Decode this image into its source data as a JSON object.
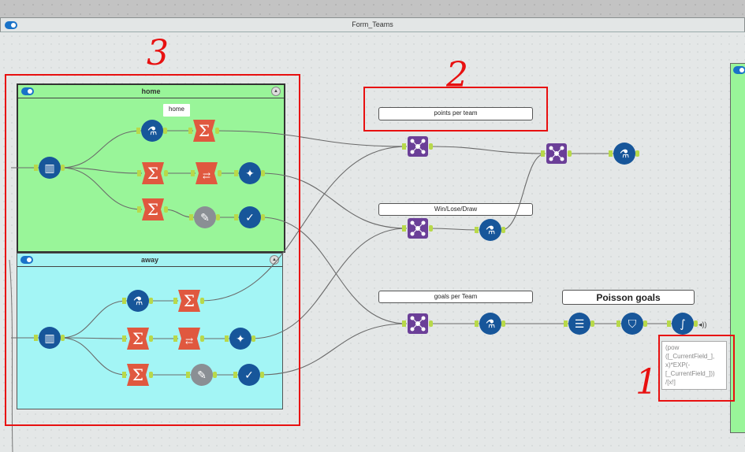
{
  "window": {
    "title": "Form_Teams"
  },
  "containers": {
    "home": {
      "title": "home",
      "tooltip": "home"
    },
    "away": {
      "title": "away"
    }
  },
  "comments": {
    "points": "points per team",
    "wld": "Win/Lose/Draw",
    "goals": "goals per Team",
    "poisson": "Poisson goals"
  },
  "annotation": {
    "formula": "(pow ([_CurrentField_], x)*EXP(- [_CurrentField_])) /[x!]"
  },
  "handwritten": {
    "one": "1",
    "two": "2",
    "three": "3"
  },
  "colors": {
    "home_bg": "#99f599",
    "away_bg": "#a3f3f3",
    "tool_blue": "#17569a",
    "summarize_red": "#e0583f",
    "join_purple": "#6b3f98",
    "anchor_green": "#b8d94a",
    "highlight": "#e81010"
  }
}
